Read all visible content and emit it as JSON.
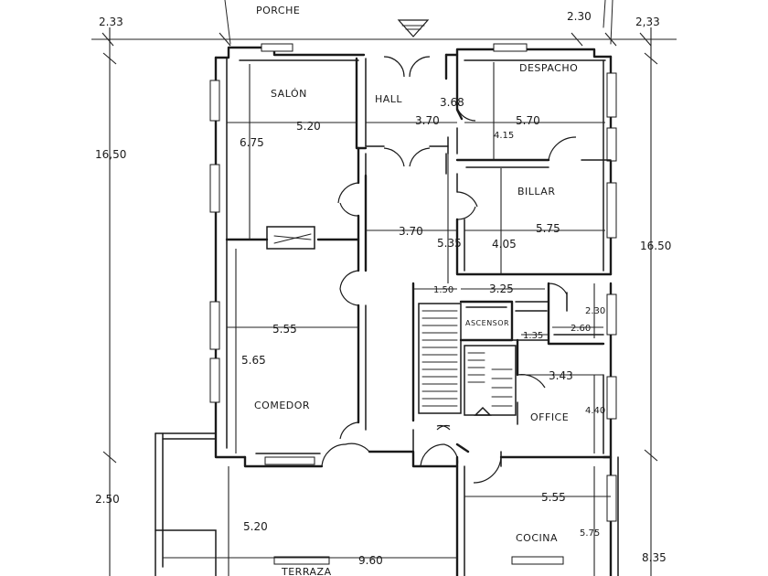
{
  "rooms": {
    "porche": "PORCHE",
    "salon": "SALÓN",
    "hall": "HALL",
    "despacho": "DESPACHO",
    "billar": "BILLAR",
    "ascensor": "ASCENSOR",
    "comedor": "COMEDOR",
    "office": "OFFICE",
    "cocina": "COCINA",
    "terraza": "TERRAZA"
  },
  "dimensions": {
    "top_left_233": "2.33",
    "top_230": "2.30",
    "top_right_233": "2,33",
    "left_1650": "16,50",
    "right_1650": "16.50",
    "left_250": "2.50",
    "right_835": "8.35",
    "salon_width": "5.20",
    "salon_depth": "6.75",
    "hall_width": "3.70",
    "hall_depth": "3.68",
    "despacho_width": "5.70",
    "despacho_depth": "4.15",
    "corridor_width": "3.70",
    "corridor_depth": "5.35",
    "billar_width": "5.75",
    "billar_depth": "4.05",
    "dim_150": "1.50",
    "dim_325": "3.25",
    "dim_230": "2.30",
    "dim_135": "1.35",
    "dim_260": "2.60",
    "comedor_width": "5.55",
    "comedor_depth": "5.65",
    "office_width": "3.43",
    "office_depth": "4.40",
    "terraza_depth": "5.20",
    "terraza_width": "9.60",
    "cocina_width": "5.55",
    "cocina_depth": "5.75"
  }
}
